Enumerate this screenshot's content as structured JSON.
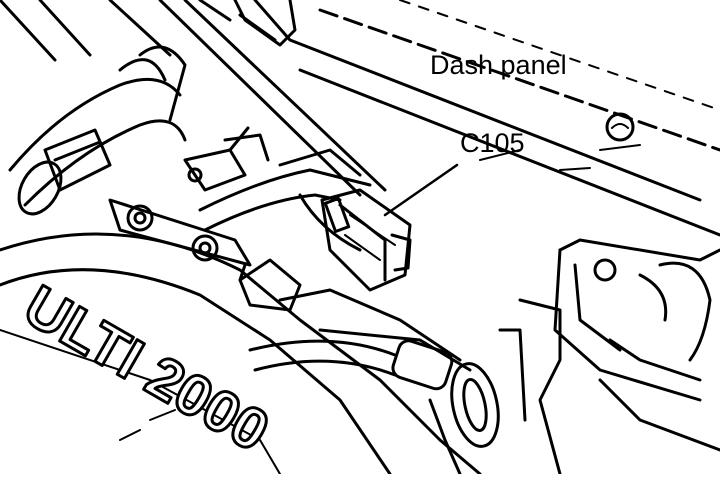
{
  "labels": {
    "dash_panel": "Dash panel",
    "connector": "C105"
  },
  "engine_cover_text": "ULTI 2000",
  "colors": {
    "ink": "#000000",
    "paper": "#ffffff"
  }
}
